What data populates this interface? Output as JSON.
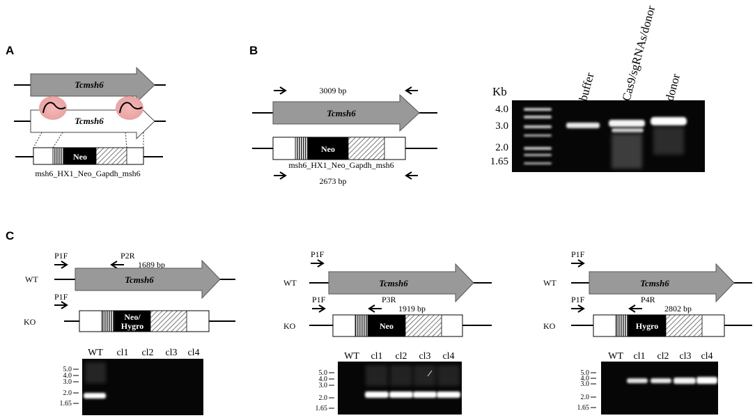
{
  "panels": {
    "A": {
      "label": "A",
      "gene": "Tcmsh6",
      "construct": "msh6_HX1_Neo_Gapdh_msh6",
      "marker": "Neo"
    },
    "B": {
      "label": "B",
      "gene": "Tcmsh6",
      "top_product": "3009 bp",
      "bottom_product": "2673 bp",
      "construct": "msh6_HX1_Neo_Gapdh_msh6",
      "marker": "Neo",
      "gel": {
        "unit": "Kb",
        "ladder": [
          "4.0",
          "3.0",
          "2.0",
          "1.65"
        ],
        "lanes": [
          "buffer",
          "Cas9/sgRNAs/donor",
          "donor"
        ]
      }
    },
    "C": {
      "label": "C",
      "wt_label": "WT",
      "ko_label": "KO",
      "gene": "Tcmsh6",
      "f_primer": "P1F",
      "sub": [
        {
          "r_primer": "P2R",
          "product": "1689 bp",
          "marker_line1": "Neo/",
          "marker_line2": "Hygro",
          "lanes": [
            "WT",
            "cl1",
            "cl2",
            "cl3",
            "cl4"
          ],
          "ladder": [
            "5.0",
            "4.0",
            "3.0",
            "2.0",
            "1.65"
          ]
        },
        {
          "r_primer": "P3R",
          "product": "1919 bp",
          "marker_line1": "Neo",
          "lanes": [
            "WT",
            "cl1",
            "cl2",
            "cl3",
            "cl4"
          ],
          "ladder": [
            "5.0",
            "4.0",
            "3.0",
            "2.0",
            "1.65"
          ]
        },
        {
          "r_primer": "P4R",
          "product": "2802 bp",
          "marker_line1": "Hygro",
          "lanes": [
            "WT",
            "cl1",
            "cl2",
            "cl3",
            "cl4"
          ],
          "ladder": [
            "5.0",
            "4.0",
            "3.0",
            "2.0",
            "1.65"
          ]
        }
      ]
    }
  }
}
